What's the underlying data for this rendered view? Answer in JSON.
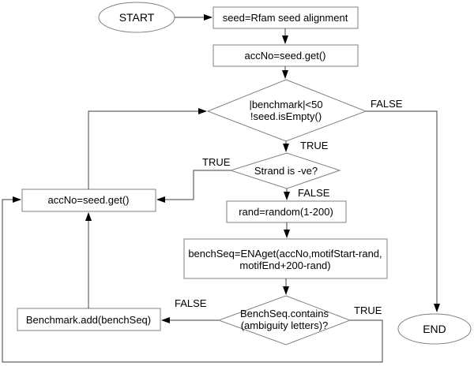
{
  "colors": {
    "background": "#ffffff",
    "shape_fill": "#ffffff",
    "shape_border": "#808080",
    "connector": "#404040",
    "arrow": "#000000",
    "text": "#000000"
  },
  "nodes": {
    "start": {
      "label": "START"
    },
    "seed_box": {
      "label": "seed=Rfam seed alignment"
    },
    "accno_top_box": {
      "label": "accNo=seed.get()"
    },
    "benchmark_check_diamond": {
      "line1": "|benchmark|<50",
      "line2": "!seed.isEmpty()"
    },
    "strand_diamond": {
      "label": "Strand is -ve?"
    },
    "accno_left_box": {
      "label": "accNo=seed.get()"
    },
    "rand_box": {
      "label": "rand=random(1-200)"
    },
    "benchseq_box": {
      "line1": "benchSeq=ENAget(accNo,motifStart-rand,",
      "line2": "motifEnd+200-rand)"
    },
    "contains_diamond": {
      "line1": "BenchSeq.contains",
      "line2": "(ambiguity letters)?"
    },
    "benchmark_add_box": {
      "label": "Benchmark.add(benchSeq)"
    },
    "end": {
      "label": "END"
    }
  },
  "edge_labels": {
    "benchmark_check_false": "FALSE",
    "benchmark_check_true": "TRUE",
    "strand_true": "TRUE",
    "strand_false": "FALSE",
    "contains_false": "FALSE",
    "contains_true": "TRUE"
  }
}
